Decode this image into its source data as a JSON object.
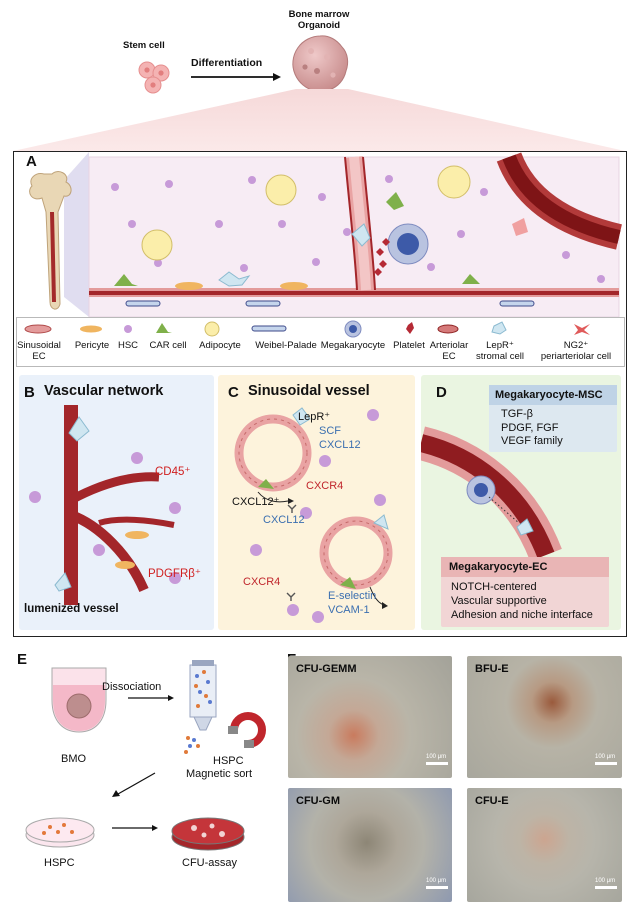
{
  "top": {
    "stem_cell": "Stem cell",
    "differentiation": "Differentiation",
    "organoid_line1": "Bone marrow",
    "organoid_line2": "Organoid"
  },
  "panel_a": {
    "letter": "A",
    "legend": [
      {
        "line1": "Sinusoidal",
        "line2": "EC"
      },
      {
        "line1": "Pericyte",
        "line2": ""
      },
      {
        "line1": "HSC",
        "line2": ""
      },
      {
        "line1": "CAR cell",
        "line2": ""
      },
      {
        "line1": "Adipocyte",
        "line2": ""
      },
      {
        "line1": "Weibel-Palade",
        "line2": ""
      },
      {
        "line1": "Megakaryocyte",
        "line2": ""
      },
      {
        "line1": "Platelet",
        "line2": ""
      },
      {
        "line1": "Arteriolar",
        "line2": "EC"
      },
      {
        "line1": "LepR⁺",
        "line2": "stromal cell"
      },
      {
        "line1": "NG2⁺",
        "line2": "periarteriolar cell"
      }
    ]
  },
  "panel_b": {
    "letter": "B",
    "title": "Vascular network",
    "cd45": "CD45⁺",
    "pdgfrb": "PDGFRβ⁺",
    "lumenized": "lumenized vessel"
  },
  "panel_c": {
    "letter": "C",
    "title": "Sinusoidal vessel",
    "lepr": "LepR⁺",
    "scf": "SCF",
    "cxcl12_a": "CXCL12",
    "cxcl12plus": "CXCL12⁺",
    "cxcr4_a": "CXCR4",
    "cxcl12_b": "CXCL12",
    "cxcr4_b": "CXCR4",
    "eselectin": "E-selectin",
    "vcam": "VCAM-1"
  },
  "panel_d": {
    "letter": "D",
    "msc_title": "Megakaryocyte-MSC",
    "msc_items": [
      "TGF-β",
      "PDGF, FGF",
      "VEGF family"
    ],
    "ec_title": "Megakaryocyte-EC",
    "ec_items": [
      "NOTCH-centered",
      "Vascular supportive",
      "Adhesion and niche interface"
    ]
  },
  "panel_e": {
    "letter": "E",
    "dissociation": "Dissociation",
    "bmo": "BMO",
    "hspc_sort_line1": "HSPC",
    "hspc_sort_line2": "Magnetic sort",
    "hspc": "HSPC",
    "cfu_assay": "CFU-assay"
  },
  "panel_f": {
    "letter": "F",
    "photos": [
      {
        "label": "CFU-GEMM",
        "scale": "100 μm"
      },
      {
        "label": "BFU-E",
        "scale": "100 μm"
      },
      {
        "label": "CFU-GM",
        "scale": "100 μm"
      },
      {
        "label": "CFU-E",
        "scale": "100 μm"
      }
    ]
  },
  "colors": {
    "vessel_red": "#a3262a",
    "vessel_pink": "#e9a3a3",
    "hsc_purple": "#c79ad8",
    "red_label": "#d02020",
    "blue_label": "#3b6fb0",
    "panel_b_bg": "#eaf1fa",
    "panel_c_bg": "#fdf3dc",
    "panel_d_bg": "#eaf5e1"
  }
}
